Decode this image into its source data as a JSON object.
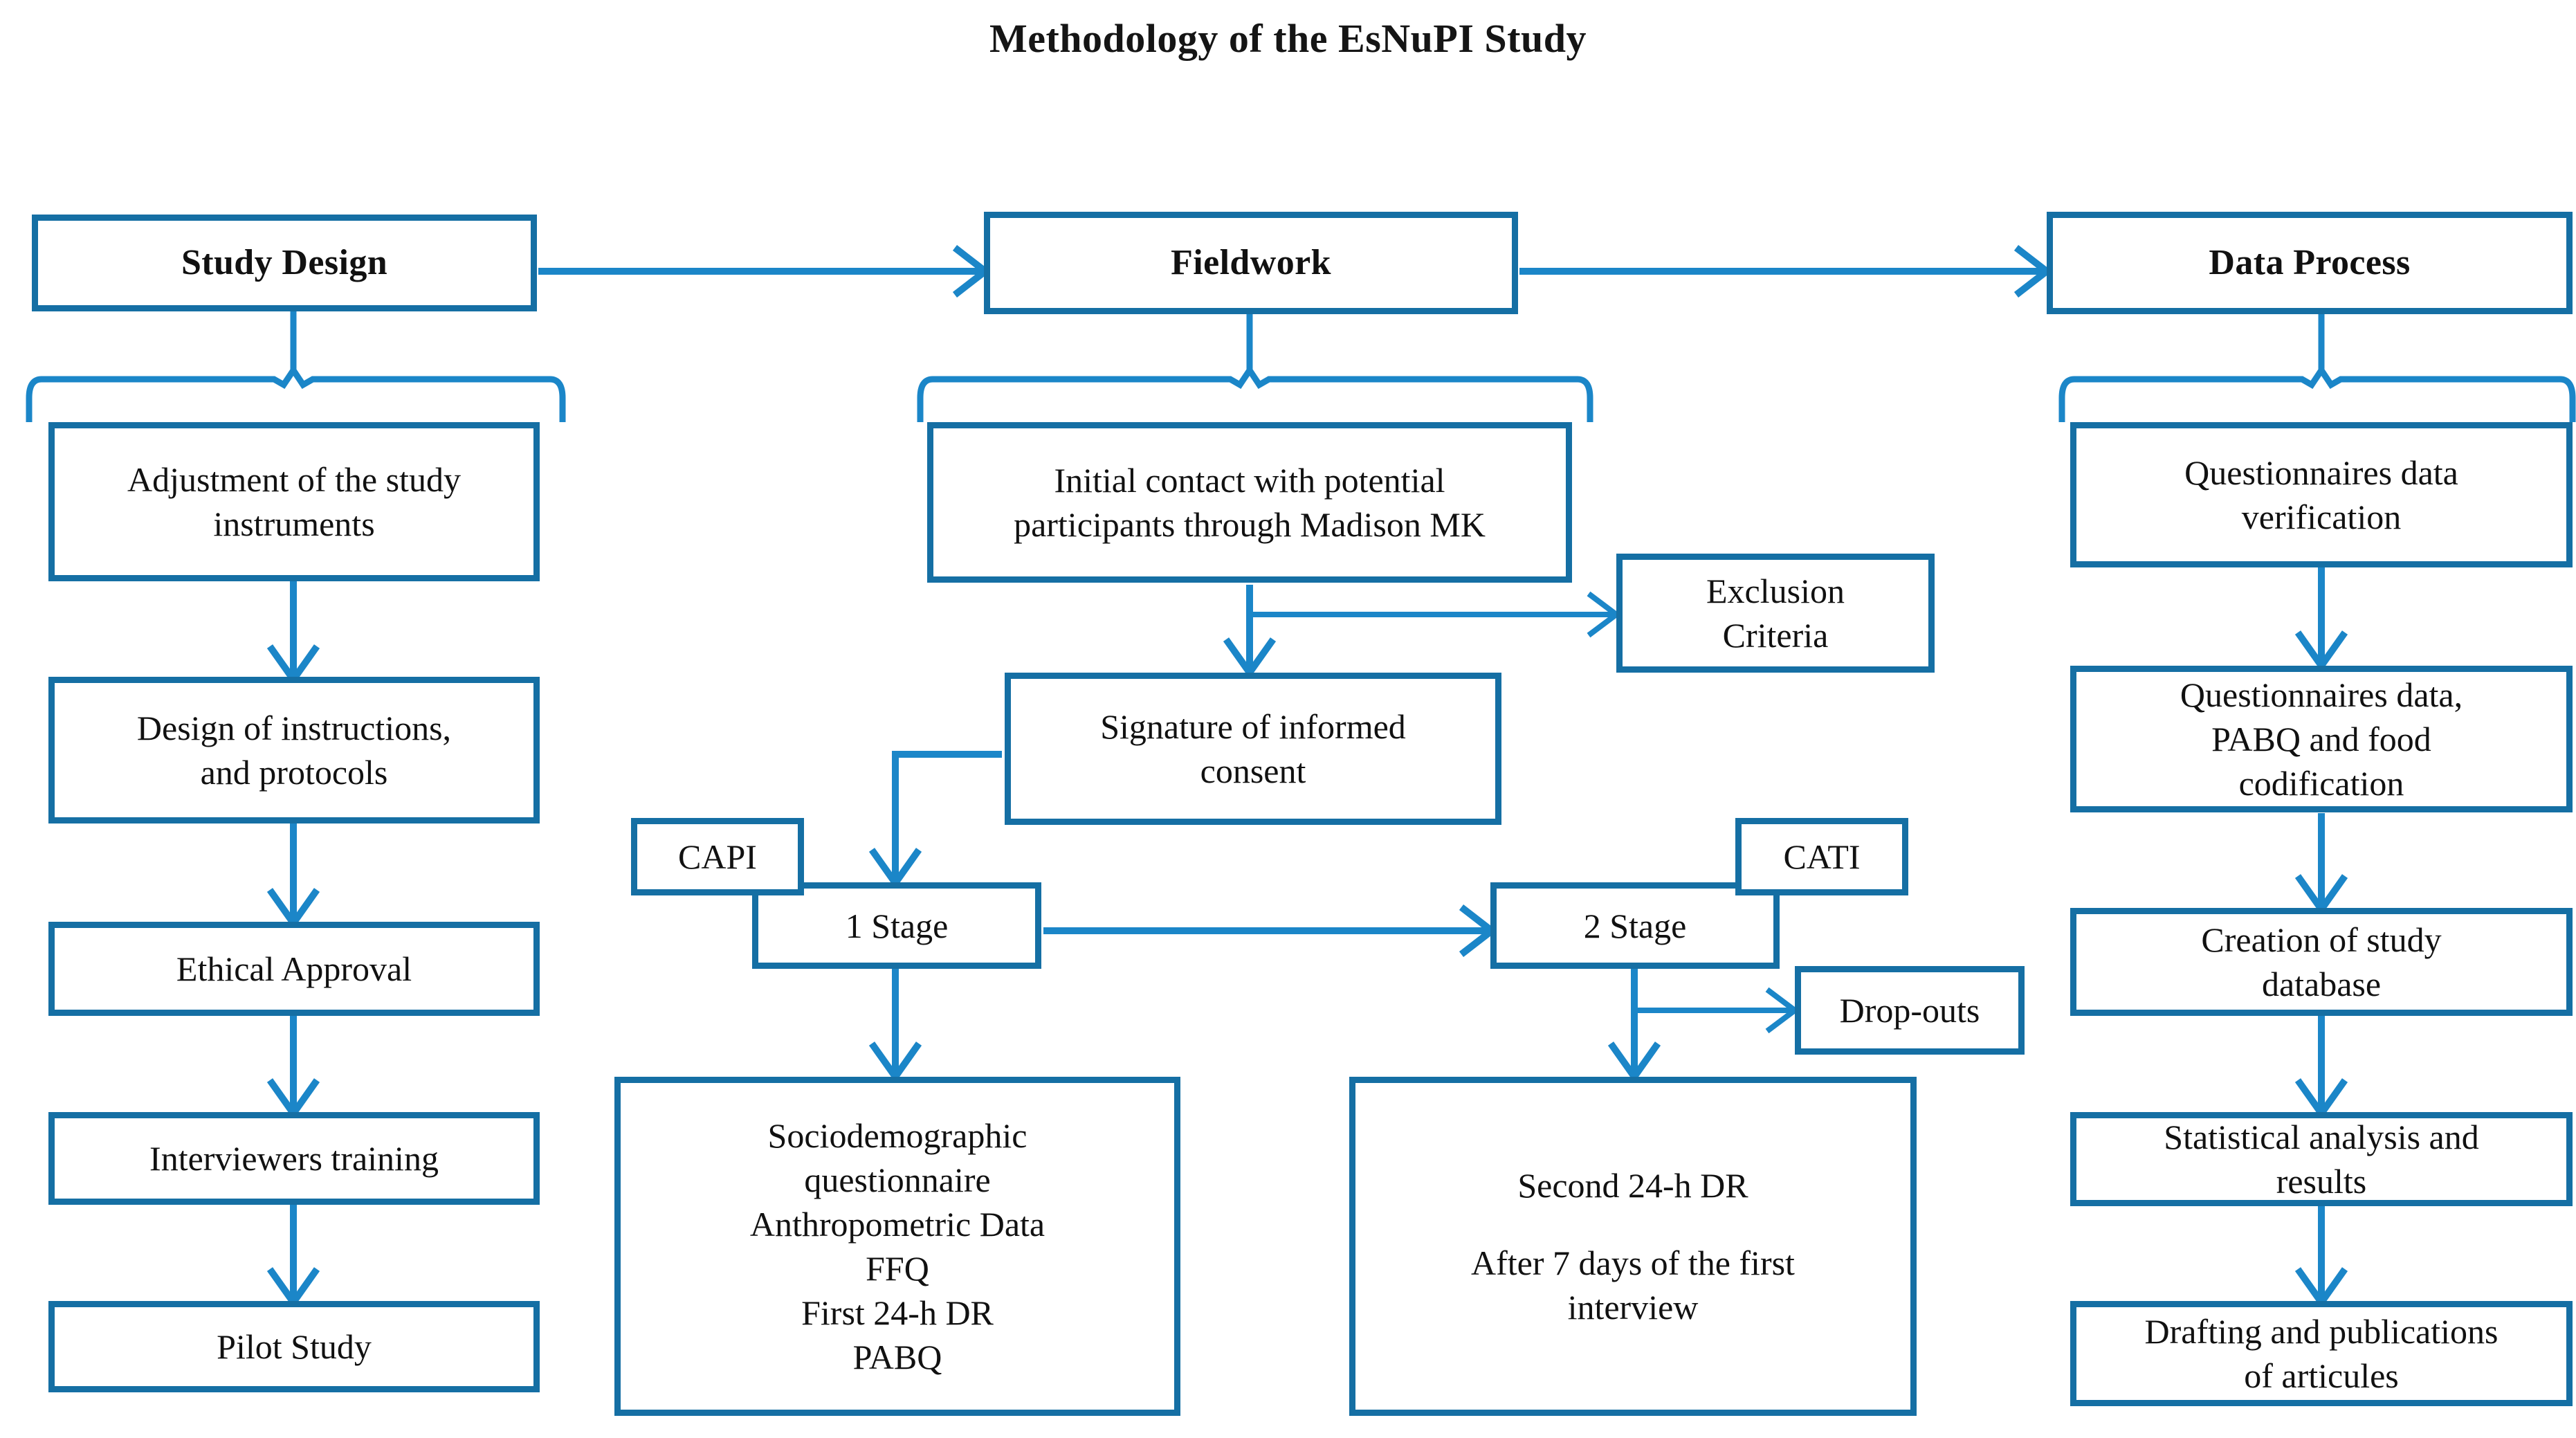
{
  "title": "Methodology of the EsNuPI Study",
  "colors": {
    "box_border": "#156FA4",
    "connector": "#1B86C8",
    "text": "#111111",
    "background": "#FFFFFF"
  },
  "columns": [
    {
      "id": "study-design",
      "header": "Study Design",
      "steps": [
        "Adjustment of the study instruments",
        "Design of instructions, and protocols",
        "Ethical Approval",
        "Interviewers training",
        "Pilot Study"
      ]
    },
    {
      "id": "fieldwork",
      "header": "Fieldwork",
      "steps": [
        "Initial contact with potential participants through Madison MK",
        "Exclusion Criteria",
        "Signature of informed consent",
        "CAPI",
        "1 Stage",
        "CATI",
        "2 Stage",
        "Drop-outs",
        "Sociodemographic questionnaire",
        "Anthropometric Data",
        "FFQ",
        "First 24-h DR",
        "PABQ",
        "Second 24-h DR",
        "After 7 days of the first interview"
      ]
    },
    {
      "id": "data-process",
      "header": "Data Process",
      "steps": [
        "Questionnaires data verification",
        "Questionnaires data, PABQ and food codification",
        "Creation of study database",
        "Statistical analysis and results",
        "Drafting and publications of articules"
      ]
    }
  ],
  "nodes": {
    "study_design_header": "Study Design",
    "fieldwork_header": "Fieldwork",
    "data_process_header": "Data Process",
    "adjustment_l1": "Adjustment of the study",
    "adjustment_l2": "instruments",
    "design_l1": "Design of instructions,",
    "design_l2": "and protocols",
    "ethical": "Ethical Approval",
    "training": "Interviewers training",
    "pilot": "Pilot Study",
    "initial_contact_l1": "Initial contact with potential",
    "initial_contact_l2": "participants through Madison MK",
    "exclusion_l1": "Exclusion",
    "exclusion_l2": "Criteria",
    "consent_l1": "Signature of informed",
    "consent_l2": "consent",
    "capi": "CAPI",
    "stage1": "1 Stage",
    "cati": "CATI",
    "stage2": "2 Stage",
    "dropouts": "Drop-outs",
    "stage1_items_l1": "Sociodemographic",
    "stage1_items_l2": "questionnaire",
    "stage1_items_l3": "Anthropometric Data",
    "stage1_items_l4": "FFQ",
    "stage1_items_l5": "First 24-h DR",
    "stage1_items_l6": "PABQ",
    "stage2_items_l1": "Second 24-h DR",
    "stage2_items_l2": "After 7 days of the first",
    "stage2_items_l3": "interview",
    "quest_verif_l1": "Questionnaires data",
    "quest_verif_l2": "verification",
    "codification_l1": "Questionnaires data,",
    "codification_l2": "PABQ and food",
    "codification_l3": "codification",
    "database_l1": "Creation of study",
    "database_l2": "database",
    "statistics_l1": "Statistical analysis and",
    "statistics_l2": "results",
    "drafting_l1": "Drafting and publications",
    "drafting_l2": "of articules"
  }
}
